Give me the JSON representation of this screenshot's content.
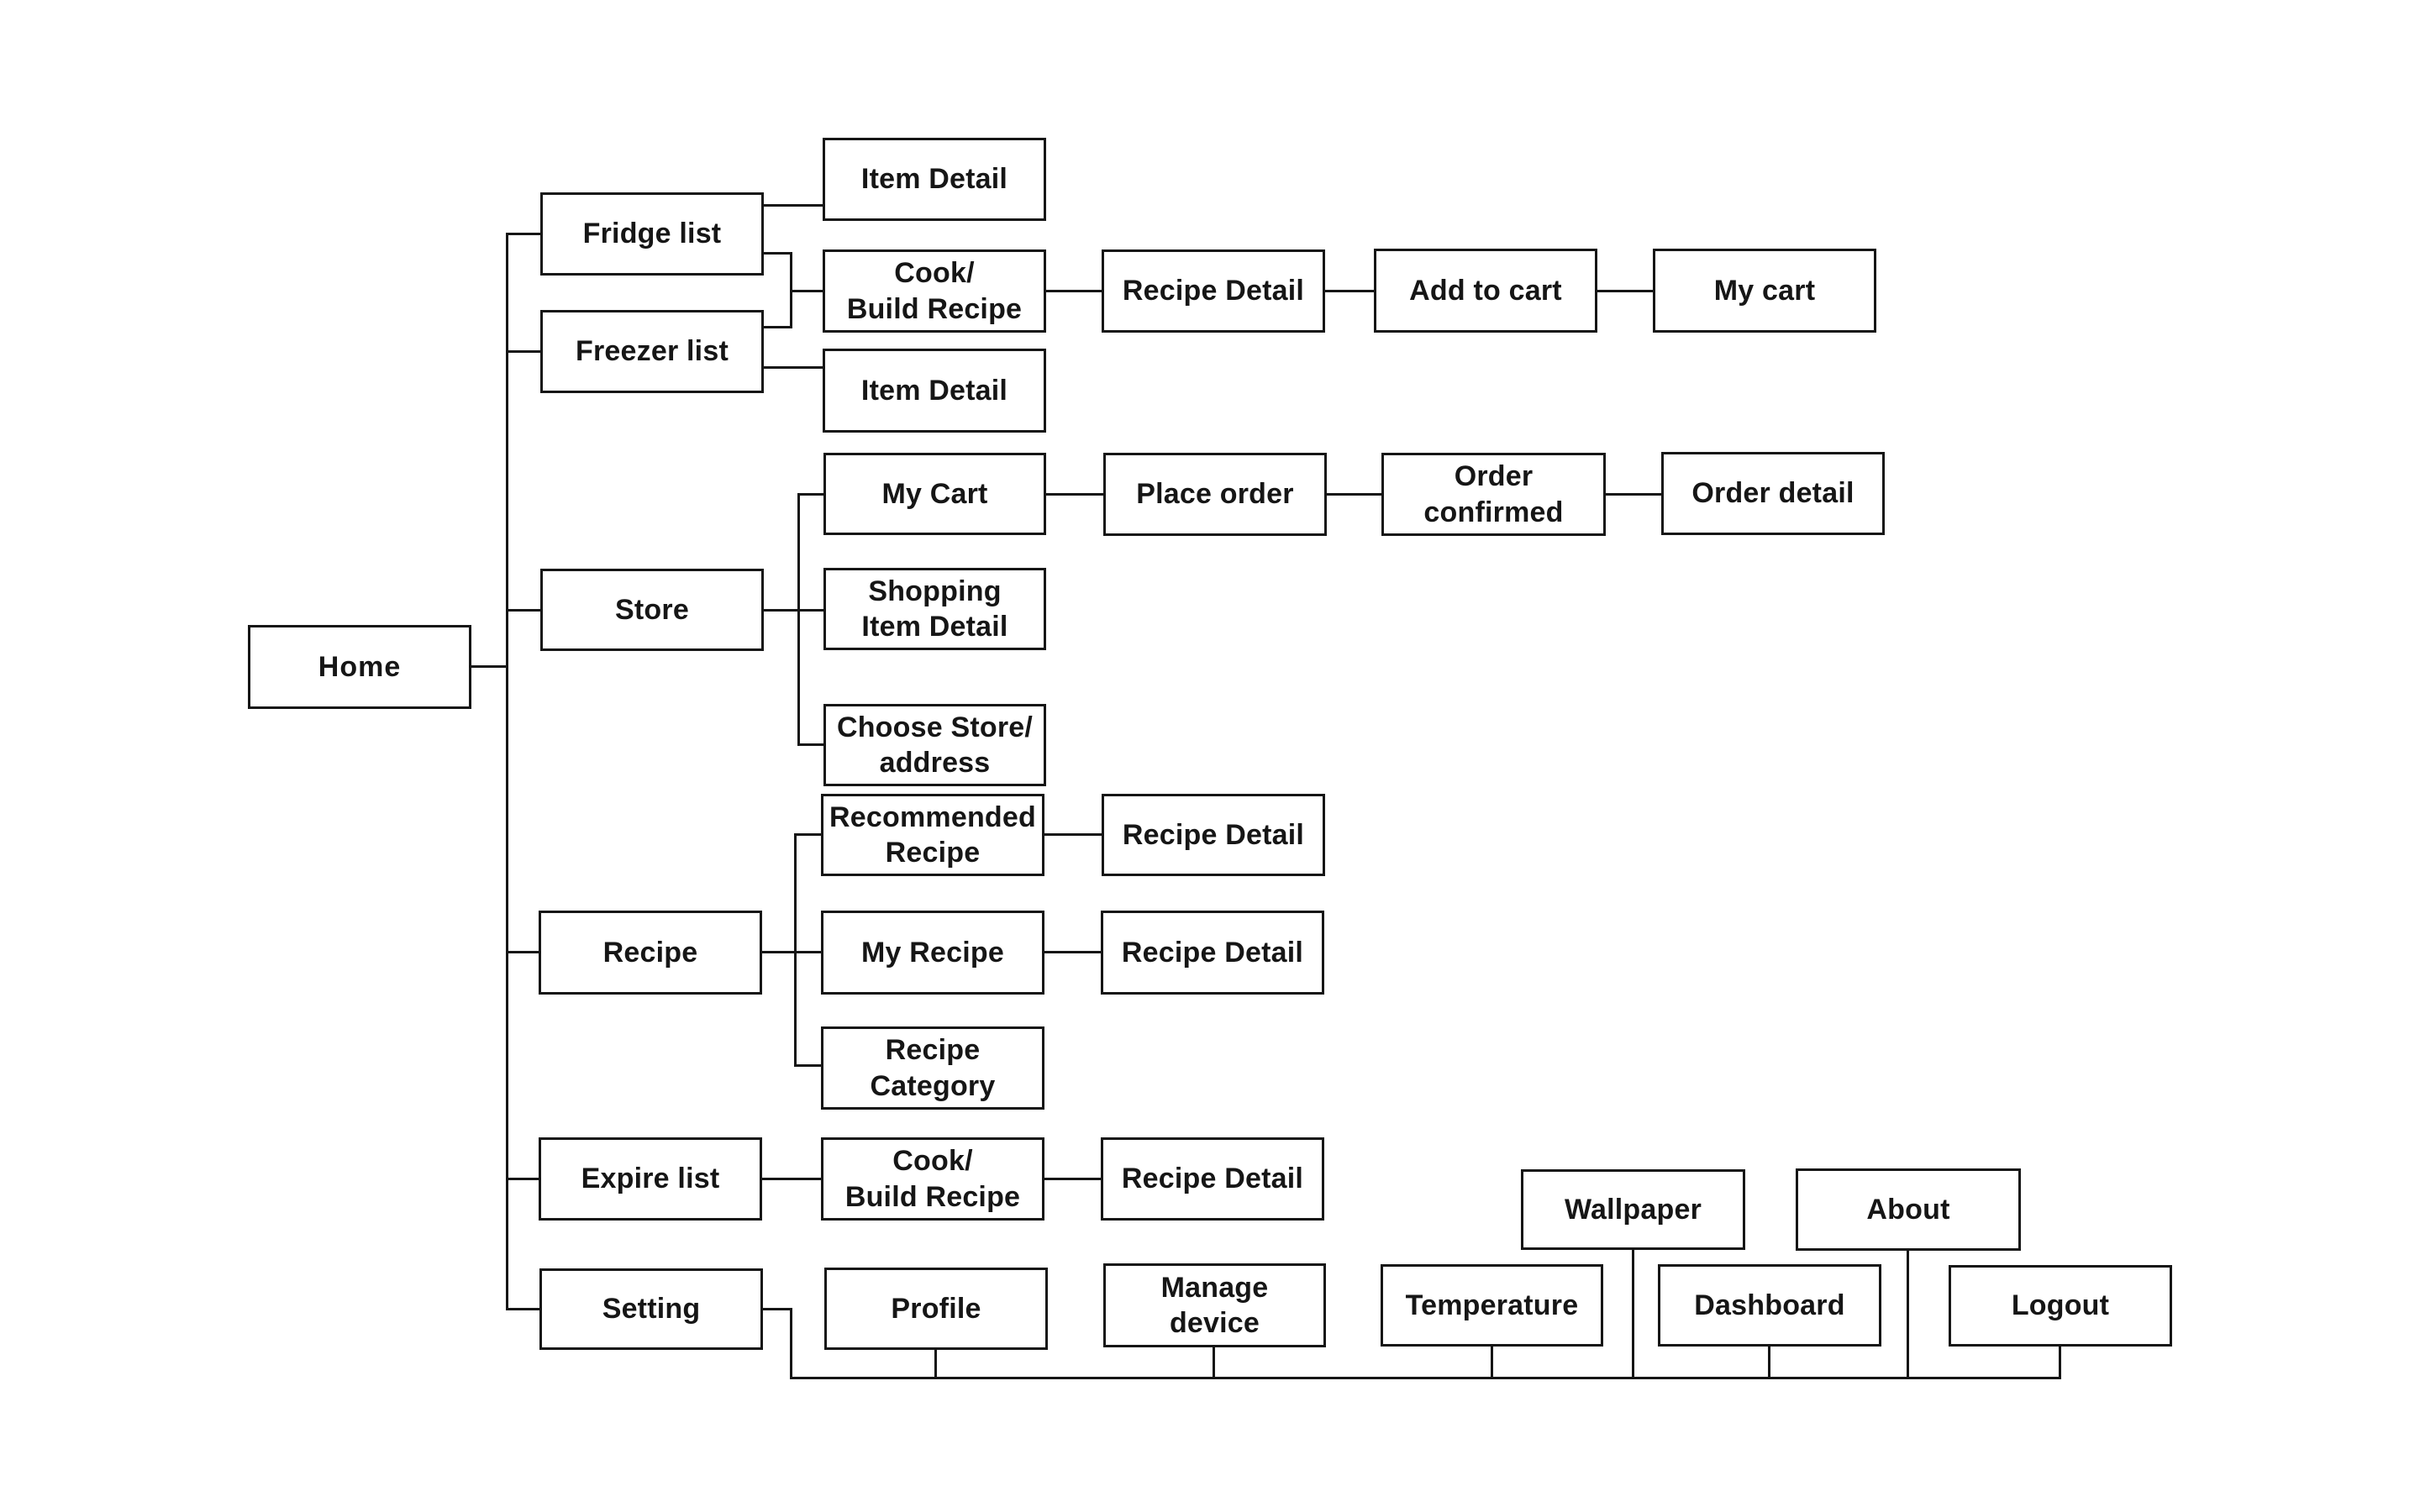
{
  "diagram": {
    "type": "sitemap-flowchart",
    "colors": {
      "line": "#161616",
      "box_fill": "#ffffff",
      "background": "#ffffff"
    },
    "nodes": {
      "home": {
        "label": "Home"
      },
      "fridge_list": {
        "label": "Fridge list"
      },
      "item_detail_1": {
        "label": "Item Detail"
      },
      "cook_build_1": {
        "label": "Cook/\nBuild Recipe"
      },
      "recipe_detail_1": {
        "label": "Recipe Detail"
      },
      "add_to_cart": {
        "label": "Add to cart"
      },
      "my_cart_1": {
        "label": "My cart"
      },
      "freezer_list": {
        "label": "Freezer list"
      },
      "item_detail_2": {
        "label": "Item Detail"
      },
      "my_cart_2": {
        "label": "My Cart"
      },
      "place_order": {
        "label": "Place order"
      },
      "order_confirmed": {
        "label": "Order\nconfirmed"
      },
      "order_detail": {
        "label": "Order detail"
      },
      "store": {
        "label": "Store"
      },
      "shopping_item_detail": {
        "label": "Shopping\nItem Detail"
      },
      "choose_store": {
        "label": "Choose Store/\naddress"
      },
      "recommended_recipe": {
        "label": "Recommended\nRecipe"
      },
      "recipe_detail_2": {
        "label": "Recipe Detail"
      },
      "recipe": {
        "label": "Recipe"
      },
      "my_recipe": {
        "label": "My Recipe"
      },
      "recipe_detail_3": {
        "label": "Recipe Detail"
      },
      "recipe_category": {
        "label": "Recipe\nCategory"
      },
      "expire_list": {
        "label": "Expire list"
      },
      "cook_build_2": {
        "label": "Cook/\nBuild Recipe"
      },
      "recipe_detail_4": {
        "label": "Recipe Detail"
      },
      "setting": {
        "label": "Setting"
      },
      "profile": {
        "label": "Profile"
      },
      "manage_device": {
        "label": "Manage\ndevice"
      },
      "temperature": {
        "label": "Temperature"
      },
      "wallpaper": {
        "label": "Wallpaper"
      },
      "dashboard": {
        "label": "Dashboard"
      },
      "about": {
        "label": "About"
      },
      "logout": {
        "label": "Logout"
      }
    },
    "edges": [
      {
        "from": "home",
        "to": "fridge_list"
      },
      {
        "from": "home",
        "to": "freezer_list"
      },
      {
        "from": "home",
        "to": "store"
      },
      {
        "from": "home",
        "to": "recipe"
      },
      {
        "from": "home",
        "to": "expire_list"
      },
      {
        "from": "home",
        "to": "setting"
      },
      {
        "from": "fridge_list",
        "to": "item_detail_1"
      },
      {
        "from": "fridge_list",
        "to": "cook_build_1"
      },
      {
        "from": "freezer_list",
        "to": "cook_build_1"
      },
      {
        "from": "freezer_list",
        "to": "item_detail_2"
      },
      {
        "from": "cook_build_1",
        "to": "recipe_detail_1"
      },
      {
        "from": "recipe_detail_1",
        "to": "add_to_cart"
      },
      {
        "from": "add_to_cart",
        "to": "my_cart_1"
      },
      {
        "from": "store",
        "to": "my_cart_2"
      },
      {
        "from": "store",
        "to": "shopping_item_detail"
      },
      {
        "from": "store",
        "to": "choose_store"
      },
      {
        "from": "my_cart_2",
        "to": "place_order"
      },
      {
        "from": "place_order",
        "to": "order_confirmed"
      },
      {
        "from": "order_confirmed",
        "to": "order_detail"
      },
      {
        "from": "recipe",
        "to": "recommended_recipe"
      },
      {
        "from": "recipe",
        "to": "my_recipe"
      },
      {
        "from": "recipe",
        "to": "recipe_category"
      },
      {
        "from": "recommended_recipe",
        "to": "recipe_detail_2"
      },
      {
        "from": "my_recipe",
        "to": "recipe_detail_3"
      },
      {
        "from": "expire_list",
        "to": "cook_build_2"
      },
      {
        "from": "cook_build_2",
        "to": "recipe_detail_4"
      },
      {
        "from": "setting",
        "to": "profile"
      },
      {
        "from": "setting",
        "to": "manage_device"
      },
      {
        "from": "setting",
        "to": "temperature"
      },
      {
        "from": "setting",
        "to": "wallpaper"
      },
      {
        "from": "setting",
        "to": "dashboard"
      },
      {
        "from": "setting",
        "to": "about"
      },
      {
        "from": "setting",
        "to": "logout"
      }
    ]
  }
}
